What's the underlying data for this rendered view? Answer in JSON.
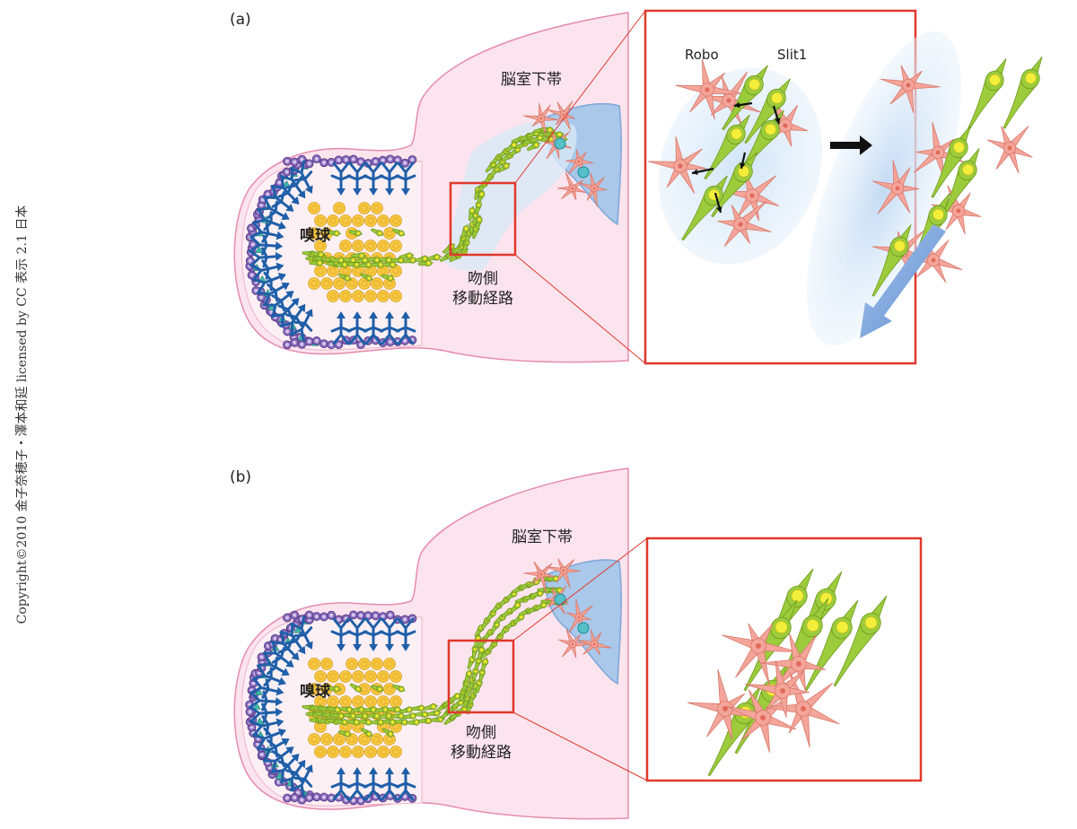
{
  "copyright": "Copyright©2010 金子奈穂子・澤本和延 licensed by CC 表示 2.1 日本",
  "panels": [
    {
      "label": "(a)",
      "region_svz": "脳室下帯",
      "region_ob": "嗅球",
      "region_rms_line1": "吻側",
      "region_rms_line2": "移動経路",
      "inset_labels": {
        "robo": "Robo",
        "slit": "Slit1"
      }
    },
    {
      "label": "(b)",
      "region_svz": "脳室下帯",
      "region_ob": "嗅球",
      "region_rms_line1": "吻側",
      "region_rms_line2": "移動経路"
    }
  ],
  "colors": {
    "brain_fill": "#fce4ee",
    "brain_stroke": "#e48bb0",
    "ventricle": "#a9c8ea",
    "neuroblast": "#9ccc3c",
    "neuroblast_nucleus": "#f3ee3a",
    "astrocyte": "#f4a59a",
    "granule": "#f7c843",
    "mitral": "#1f5fa8",
    "periglomerular": "#6a4a9c",
    "frame": "#e0382b",
    "arrow": "#6b98d6"
  }
}
